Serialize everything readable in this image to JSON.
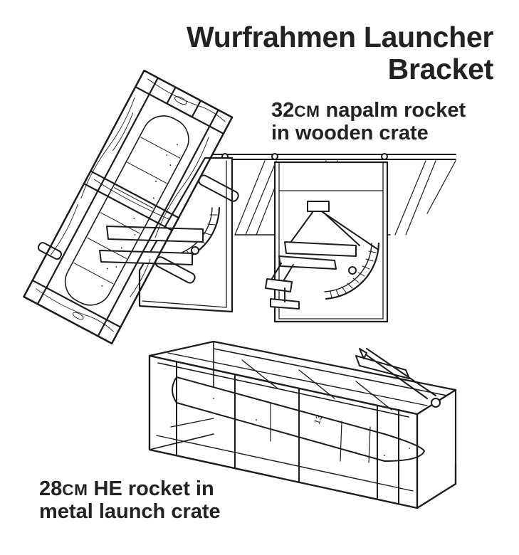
{
  "title": {
    "line1": "Wurfrahmen Launcher",
    "line2": "Bracket"
  },
  "labels": {
    "napalm_num": "32",
    "napalm_unit": "CM",
    "napalm_rest": " napalm rocket",
    "napalm_line2": "in wooden crate",
    "he_num": "28",
    "he_unit": "CM",
    "he_rest": " HE rocket in",
    "he_line2": "metal launch crate"
  },
  "rocket_marking": "13",
  "colors": {
    "ink": "#1c1c1c",
    "background": "#ffffff"
  }
}
